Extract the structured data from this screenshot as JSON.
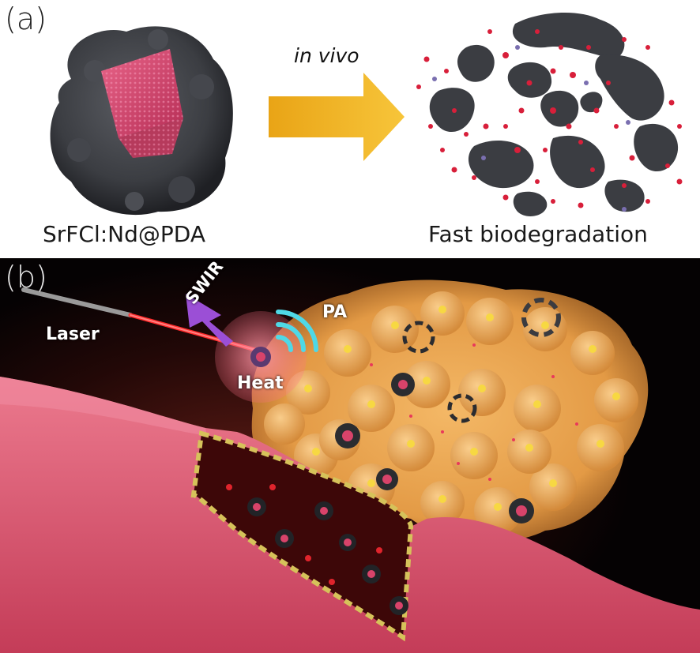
{
  "panel_a": {
    "label": "(a)",
    "left_caption": "SrFCl:Nd@PDA",
    "arrow_caption": "in vivo",
    "right_caption": "Fast biodegradation"
  },
  "panel_b": {
    "label": "(b)",
    "laser_label": "Laser",
    "swir_label": "SWIR",
    "pa_label": "PA",
    "heat_label": "Heat"
  },
  "colors": {
    "pda_shell": "#3b3d42",
    "core": "#d8436a",
    "arrow": "#f0b21e",
    "fragment_dot": "#d81f3a",
    "tumor": "#e9a24a",
    "vessel": "#e05a72",
    "swir_arrow": "#9b4fd6",
    "pa_waves": "#4fd8e6",
    "laser": "#ff2a2a"
  }
}
